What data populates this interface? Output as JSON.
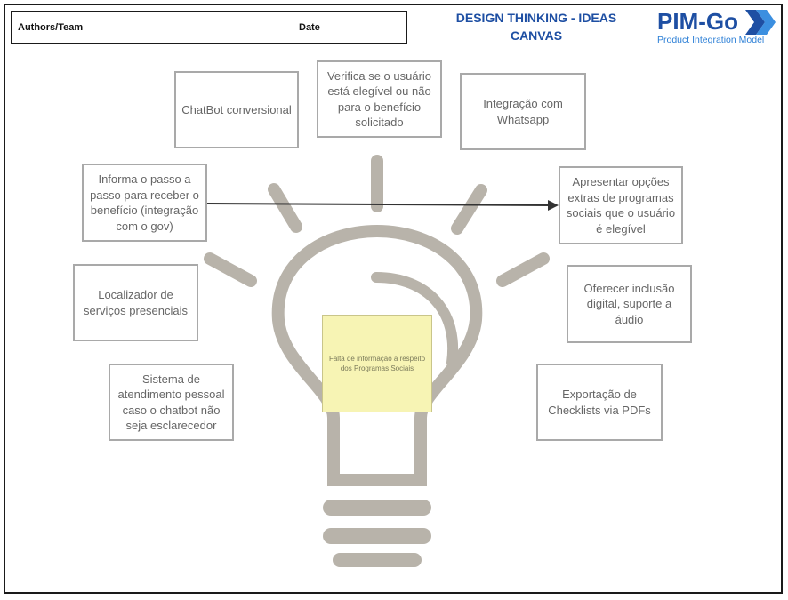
{
  "header": {
    "authors_label": "Authors/Team",
    "date_label": "Date",
    "title_line1": "DESIGN THINKING - IDEAS",
    "title_line2": "CANVAS"
  },
  "logo": {
    "name": "PIM-Go",
    "tagline": "Product Integration Model",
    "icon": "double-chevron-icon",
    "color": "#1e4fa3"
  },
  "center_note": "Falta de informação a respeito dos Programas Sociais",
  "ideas": {
    "chatbot": "ChatBot conversional",
    "verifica": "Verifica se o usuário está elegível ou não para o benefício solicitado",
    "whatsapp": "Integração com Whatsapp",
    "informa": "Informa o passo a passo para receber o benefício (integração com o gov)",
    "apresentar": "Apresentar opções extras de programas sociais que o usuário é elegível",
    "localizador": "Localizador de serviços presenciais",
    "oferecer": "Oferecer inclusão digital, suporte a áudio",
    "sistema": "Sistema de atendimento pessoal caso o chatbot não seja esclarecedor",
    "exportacao": "Exportação de Checklists via PDFs"
  },
  "colors": {
    "bulb": "#b8b3aa",
    "sticky": "#f7f4b4",
    "title": "#1e4fa3"
  }
}
